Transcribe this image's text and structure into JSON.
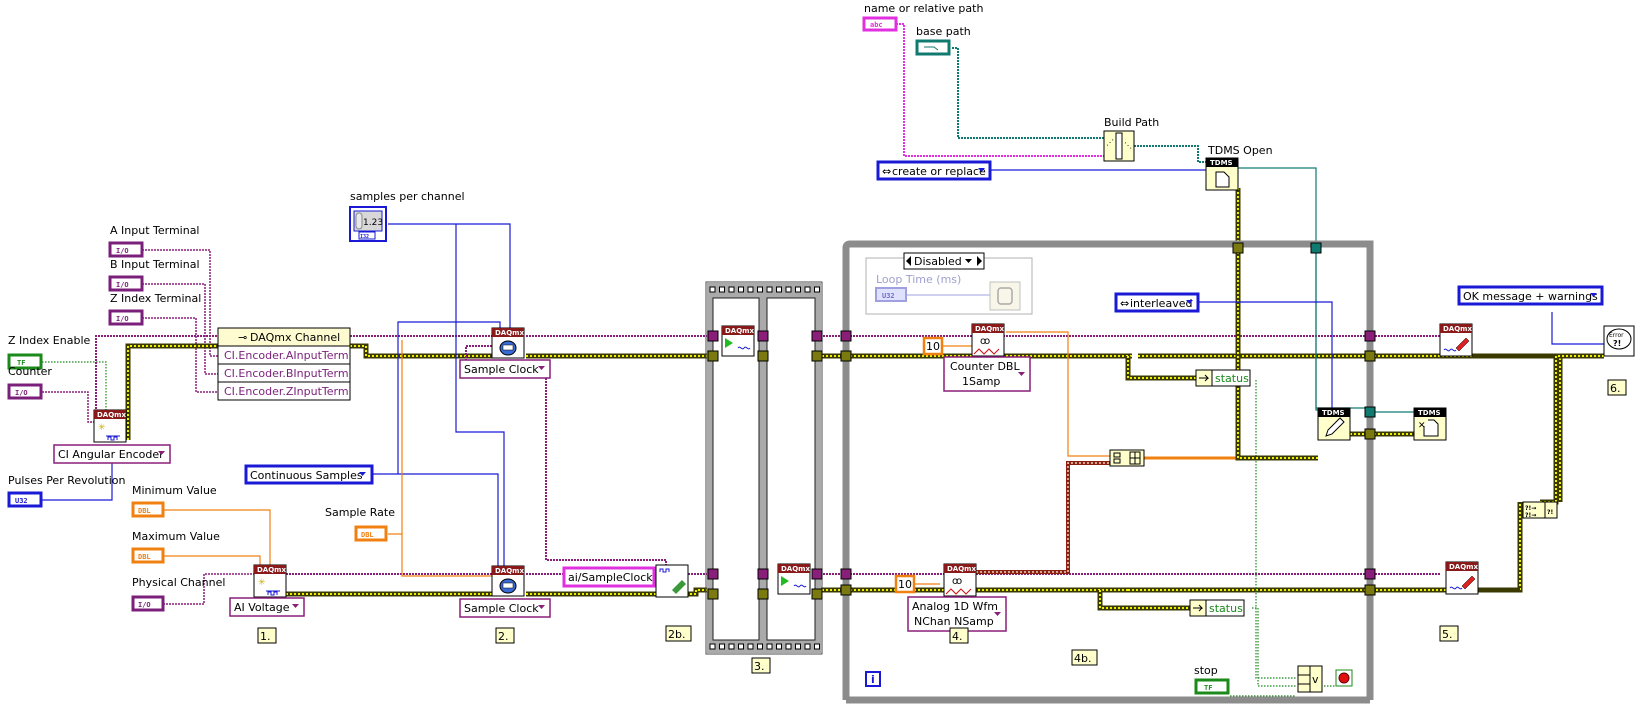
{
  "controls": {
    "a_input_terminal": {
      "label": "A Input Terminal",
      "type": "I/O"
    },
    "b_input_terminal": {
      "label": "B Input Terminal",
      "type": "I/O"
    },
    "z_index_terminal": {
      "label": "Z Index Terminal",
      "type": "I/O"
    },
    "z_index_enable": {
      "label": "Z Index Enable",
      "type": "TF"
    },
    "counter": {
      "label": "Counter",
      "type": "I/O"
    },
    "pulses_per_revolution": {
      "label": "Pulses Per Revolution",
      "type": "U32"
    },
    "minimum_value": {
      "label": "Minimum Value",
      "type": "DBL"
    },
    "maximum_value": {
      "label": "Maximum Value",
      "type": "DBL"
    },
    "physical_channel": {
      "label": "Physical Channel",
      "type": "I/O"
    },
    "samples_per_channel": {
      "label": "samples per channel",
      "type": "I32",
      "display": "1.23"
    },
    "sample_rate": {
      "label": "Sample Rate",
      "type": "DBL"
    },
    "name_or_relative_path": {
      "label": "name or relative path",
      "type": "abc"
    },
    "base_path": {
      "label": "base path"
    },
    "stop": {
      "label": "stop",
      "type": "TF"
    }
  },
  "property_node": {
    "title": "DAQmx Channel",
    "properties": [
      "CI.Encoder.AInputTerm",
      "CI.Encoder.BInputTerm",
      "CI.Encoder.ZInputTerm"
    ]
  },
  "rings": {
    "ci_angular_encoder": "CI Angular Encoder",
    "ai_voltage": "AI Voltage",
    "sample_clock_top": "Sample Clock",
    "sample_clock_bottom": "Sample Clock",
    "continuous_samples": "Continuous Samples",
    "counter_dbl_line1": "Counter DBL",
    "counter_dbl_line2": "1Samp",
    "analog_1d_line1": "Analog 1D Wfm",
    "analog_1d_line2": "NChan NSamp",
    "create_or_replace": "create or replace",
    "interleaved": "interleaved",
    "ok_message": "OK message + warnings",
    "disabled": "Disabled"
  },
  "constants": {
    "ai_sample_clock": "ai/SampleClock",
    "timeout_top": "10",
    "timeout_bottom": "10"
  },
  "nodes": {
    "daqmx_header": "DAQmx",
    "tdms_header": "TDMS",
    "build_path": "Build Path",
    "tdms_open": "TDMS Open",
    "status_top": "status",
    "status_bottom": "status",
    "loop_time": "Loop Time (ms)",
    "loop_time_type": "U32",
    "error_glyph": "Error",
    "iteration": "i"
  },
  "step_labels": [
    "1.",
    "2.",
    "2b.",
    "3.",
    "4.",
    "4b.",
    "5.",
    "6."
  ]
}
